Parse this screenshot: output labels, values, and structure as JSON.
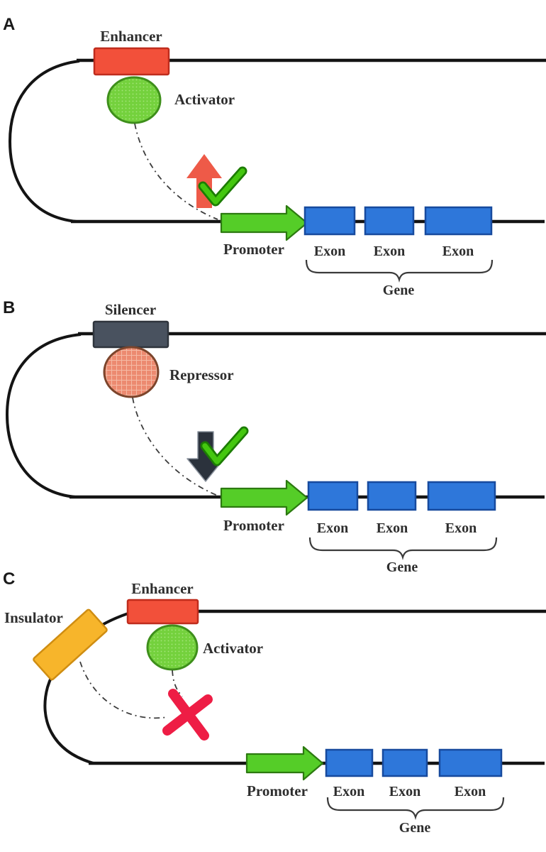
{
  "figure": {
    "type": "gene-regulation-diagram",
    "panels": {
      "a": {
        "letter": "A",
        "site_label": "Enhancer",
        "protein_label": "Activator",
        "promoter_label": "Promoter",
        "exons": [
          "Exon",
          "Exon",
          "Exon"
        ],
        "gene_label": "Gene"
      },
      "b": {
        "letter": "B",
        "site_label": "Silencer",
        "protein_label": "Repressor",
        "promoter_label": "Promoter",
        "exons": [
          "Exon",
          "Exon",
          "Exon"
        ],
        "gene_label": "Gene"
      },
      "c": {
        "letter": "C",
        "insulator_label": "Insulator",
        "site_label": "Enhancer",
        "protein_label": "Activator",
        "promoter_label": "Promoter",
        "exons": [
          "Exon",
          "Exon",
          "Exon"
        ],
        "gene_label": "Gene"
      }
    },
    "icons": {
      "up_arrow": "upregulation-arrow-icon",
      "down_arrow": "downregulation-arrow-icon",
      "checkmark": "transcription-occurs-check-icon",
      "cross": "blocked-interaction-x-icon"
    },
    "colors": {
      "dna": "#141414",
      "dashed_link": "#3c3c3c",
      "enhancer_fill": "#f2503a",
      "activator_fill": "#74d13d",
      "promoter_fill": "#55cd28",
      "exon_fill": "#2e77da",
      "silencer_fill": "#49525f",
      "repressor_fill": "#ec8a70",
      "insulator_fill": "#f7b52b",
      "up_arrow_fill": "#ee5a48",
      "down_arrow_fill": "#2b323c",
      "check_fill": "#44c70f",
      "cross_fill": "#ee1d45"
    }
  }
}
